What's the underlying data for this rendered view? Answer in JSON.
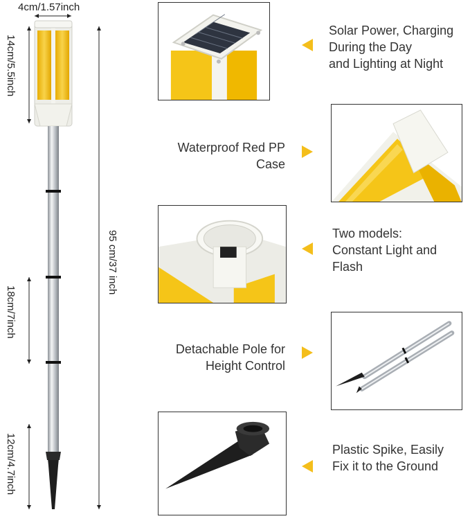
{
  "dimensions": {
    "width": "4cm/1.57inch",
    "head_height": "14cm/5.5inch",
    "total_height": "95 cm/37 inch",
    "segment_height": "18cm/7inch",
    "spike_height": "12cm/4.7inch"
  },
  "features": [
    {
      "lines": [
        "Solar Power, Charging",
        "During the Day",
        "and Lighting at Night"
      ]
    },
    {
      "lines": [
        "Waterproof Red PP",
        "Case"
      ]
    },
    {
      "lines": [
        "Two models:",
        "Constant Light and",
        "Flash"
      ]
    },
    {
      "lines": [
        "Detachable Pole for",
        "Height Control"
      ]
    },
    {
      "lines": [
        "Plastic Spike, Easily",
        "Fix it to the Ground"
      ]
    }
  ],
  "colors": {
    "accent": "#f4be1b",
    "reflector_yellow": "#f5c518",
    "frame_white": "#f2f2ee",
    "pole_silver": "#c9cdd2",
    "spike_black": "#1e1e1e"
  },
  "icons": [
    "solar-panel-icon",
    "triangle-pointer-icon"
  ]
}
